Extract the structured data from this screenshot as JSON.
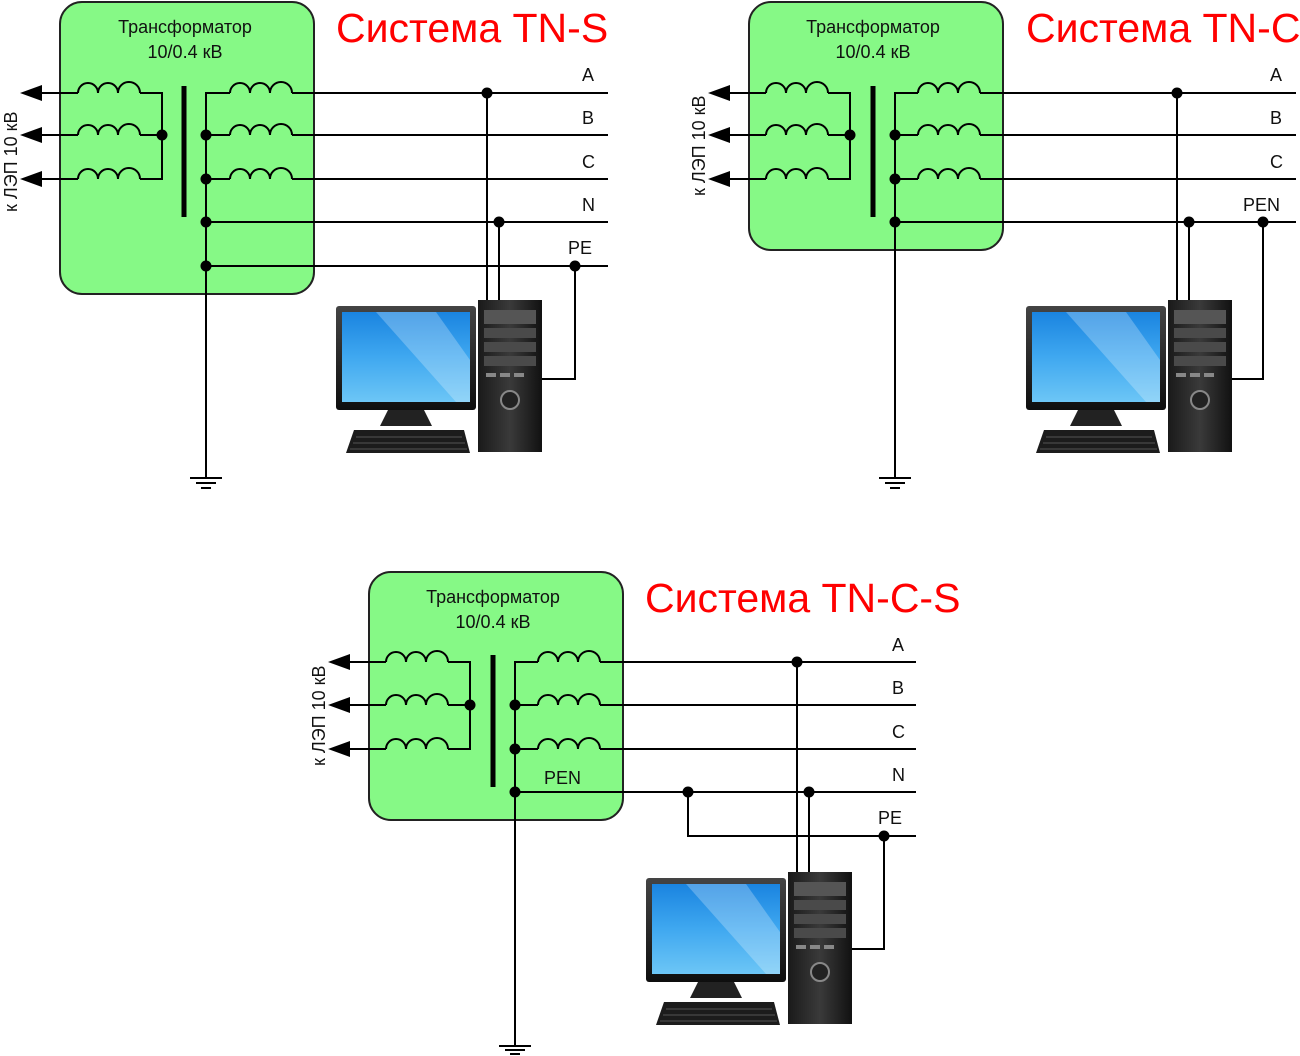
{
  "colors": {
    "title": "#ff0000",
    "transformer_fill": "#86f986",
    "wire": "#000000"
  },
  "diagrams": [
    {
      "id": "tn-s",
      "title": "Система TN-S",
      "transformer_label_1": "Трансформатор",
      "transformer_label_2": "10/0.4 кВ",
      "lep_label": "к ЛЭП 10 кВ",
      "lines": [
        "A",
        "B",
        "C",
        "N",
        "PE"
      ]
    },
    {
      "id": "tn-c",
      "title": "Система TN-C",
      "transformer_label_1": "Трансформатор",
      "transformer_label_2": "10/0.4 кВ",
      "lep_label": "к ЛЭП 10 кВ",
      "lines": [
        "A",
        "B",
        "C",
        "PEN"
      ]
    },
    {
      "id": "tn-c-s",
      "title": "Система TN-C-S",
      "transformer_label_1": "Трансформатор",
      "transformer_label_2": "10/0.4 кВ",
      "lep_label": "к ЛЭП 10 кВ",
      "pen_label": "PEN",
      "lines": [
        "A",
        "B",
        "C",
        "N",
        "PE"
      ]
    }
  ],
  "icons": [
    "computer-monitor-icon",
    "system-unit-icon",
    "keyboard-icon",
    "ground-icon",
    "arrow-left-icon"
  ]
}
